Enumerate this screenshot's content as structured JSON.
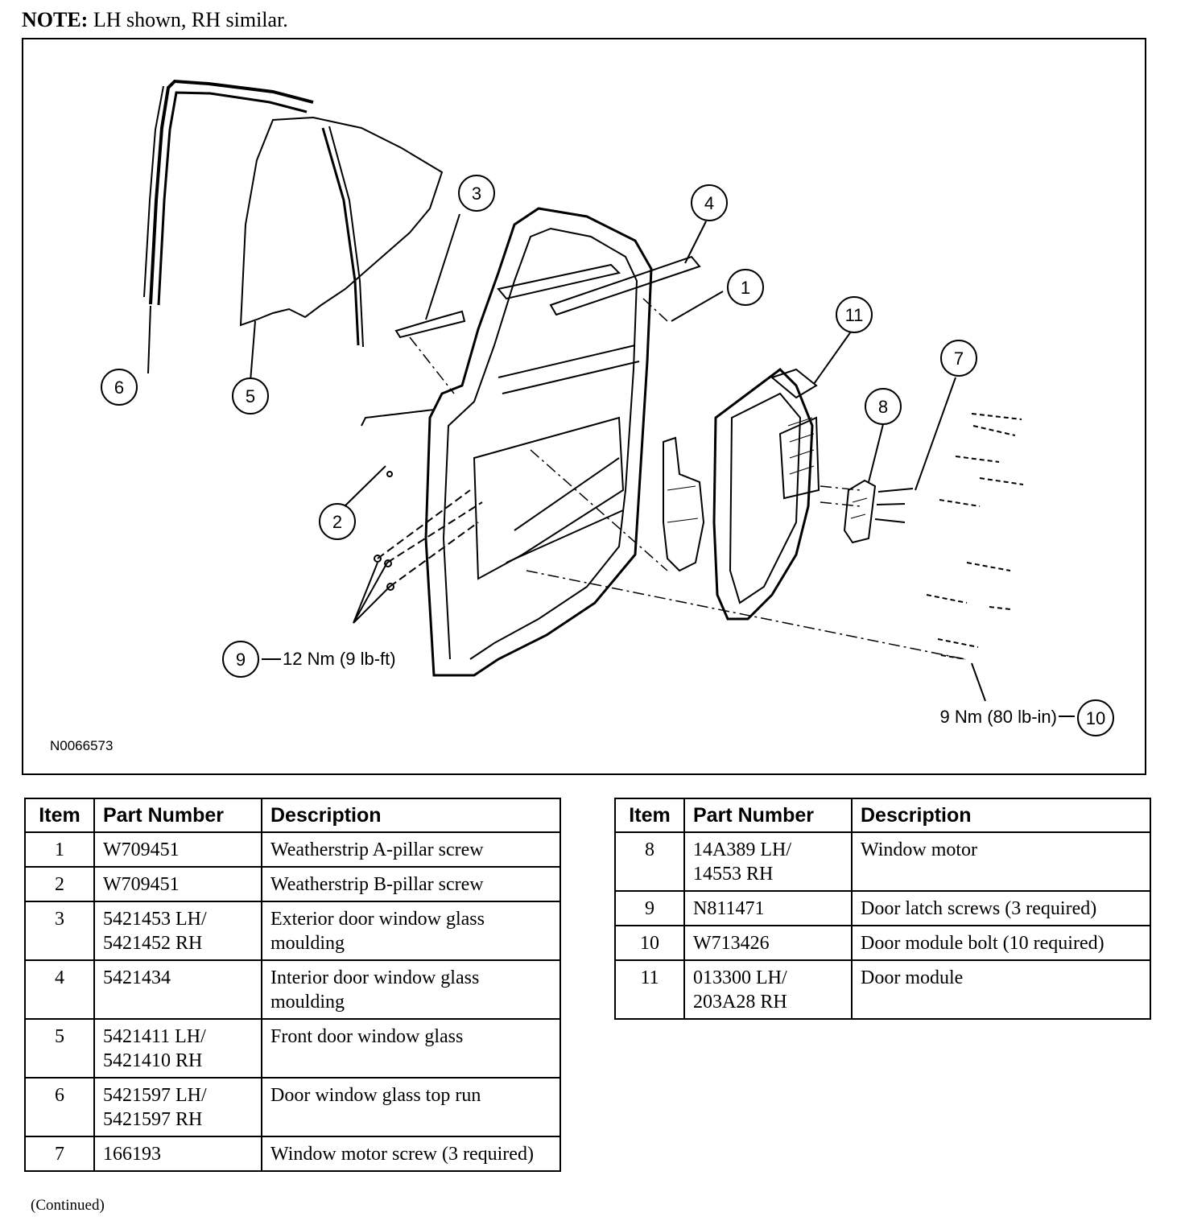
{
  "note": {
    "label": "NOTE:",
    "text": " LH shown, RH similar."
  },
  "figure": {
    "id": "N0066573",
    "callouts": {
      "c1": "1",
      "c2": "2",
      "c3": "3",
      "c4": "4",
      "c5": "5",
      "c6": "6",
      "c7": "7",
      "c8": "8",
      "c9": "9",
      "c10": "10",
      "c11": "11"
    },
    "torque_9": "12 Nm (9 lb-ft)",
    "torque_10": "9 Nm (80 lb-in)"
  },
  "table_left": {
    "headers": {
      "item": "Item",
      "part": "Part Number",
      "desc": "Description"
    },
    "rows": [
      {
        "item": "1",
        "part": "W709451",
        "desc": "Weatherstrip A-pillar screw"
      },
      {
        "item": "2",
        "part": "W709451",
        "desc": "Weatherstrip B-pillar screw"
      },
      {
        "item": "3",
        "part": "5421453 LH/ 5421452 RH",
        "desc": "Exterior door window glass moulding"
      },
      {
        "item": "4",
        "part": "5421434",
        "desc": "Interior door window glass moulding"
      },
      {
        "item": "5",
        "part": "5421411 LH/ 5421410 RH",
        "desc": "Front door window glass"
      },
      {
        "item": "6",
        "part": "5421597 LH/ 5421597 RH",
        "desc": "Door window glass top run"
      },
      {
        "item": "7",
        "part": "166193",
        "desc": "Window motor screw (3 required)"
      }
    ]
  },
  "table_right": {
    "headers": {
      "item": "Item",
      "part": "Part Number",
      "desc": "Description"
    },
    "rows": [
      {
        "item": "8",
        "part": "14A389 LH/ 14553 RH",
        "desc": "Window motor"
      },
      {
        "item": "9",
        "part": "N811471",
        "desc": "Door latch screws (3 required)"
      },
      {
        "item": "10",
        "part": "W713426",
        "desc": "Door module bolt (10 required)"
      },
      {
        "item": "11",
        "part": "013300 LH/ 203A28 RH",
        "desc": "Door module"
      }
    ]
  },
  "continued": "(Continued)"
}
